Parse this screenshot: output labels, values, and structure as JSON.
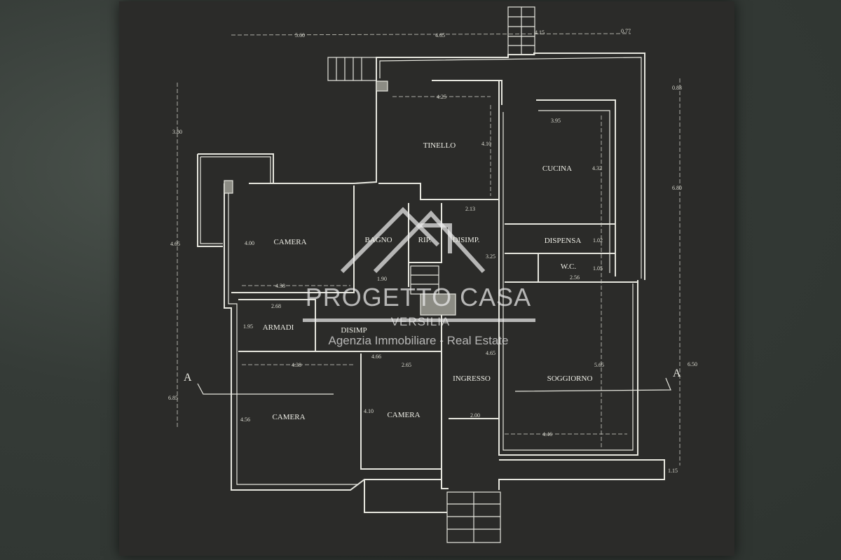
{
  "floor_plan": {
    "rooms": {
      "tinello": "TINELLO",
      "cucina": "CUCINA",
      "camera_1": "CAMERA",
      "bagno": "BAGNO",
      "ripostiglio": "RIP.",
      "disimpegno_1": "DISIMP.",
      "dispensa": "DISPENSA",
      "wc": "W.C.",
      "armadi": "ARMADI",
      "disimpegno_2": "DISIMP",
      "ingresso": "INGRESSO",
      "soggiorno": "SOGGIORNO",
      "camera_2": "CAMERA",
      "camera_3": "CAMERA"
    },
    "dimensions": [
      "5.60",
      "4.65",
      "4.15",
      "0.77",
      "4.25",
      "3.95",
      "4.10",
      "4.32",
      "0.83",
      "3.80",
      "6.80",
      "2.13",
      "4.65",
      "4.00",
      "1.02",
      "3.25",
      "1.05",
      "2.56",
      "4.38",
      "1.90",
      "2.68",
      "1.95",
      "4.66",
      "4.65",
      "4.38",
      "2.65",
      "5.65",
      "6.50",
      "6.85",
      "4.10",
      "4.56",
      "2.00",
      "4.46",
      "1.15"
    ],
    "section_marks": [
      "A",
      "A"
    ]
  },
  "watermark": {
    "brand": "PROGETTO CASA",
    "sub": "VERSILIA",
    "tagline": "Agenzia Immobiliare - Real Estate",
    "logo": "house-roof-icon"
  },
  "colors": {
    "line": "#e6e6de",
    "paper": "#2b2b29",
    "background": "#3b423d"
  }
}
